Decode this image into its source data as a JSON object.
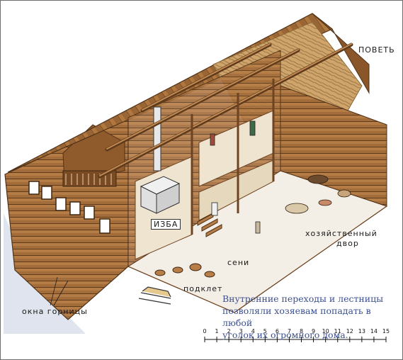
{
  "labels": {
    "povet": "ПОВЕТЬ",
    "izba": "ИЗБА",
    "khoz_dvor_1": "хозяйственный",
    "khoz_dvor_2": "двор",
    "seni": "сени",
    "podklet": "подклет",
    "okna_gornitsy": "окна горницы"
  },
  "caption": {
    "line1": "Внутренние переходы и лестницы",
    "line2": "позволяли хозяевам попадать в любой",
    "line3": "уголок их огромного дома."
  },
  "scale": {
    "ticks": [
      "0",
      "1",
      "2",
      "3",
      "4",
      "5",
      "6",
      "7",
      "8",
      "9",
      "10",
      "11",
      "12",
      "13",
      "14",
      "15"
    ]
  },
  "colors": {
    "wood": "#a06a3a",
    "wood_dark": "#6e4321",
    "floor": "#f4efe6",
    "hay": "#c9a06a",
    "caption_blue": "#3a4f8f"
  }
}
